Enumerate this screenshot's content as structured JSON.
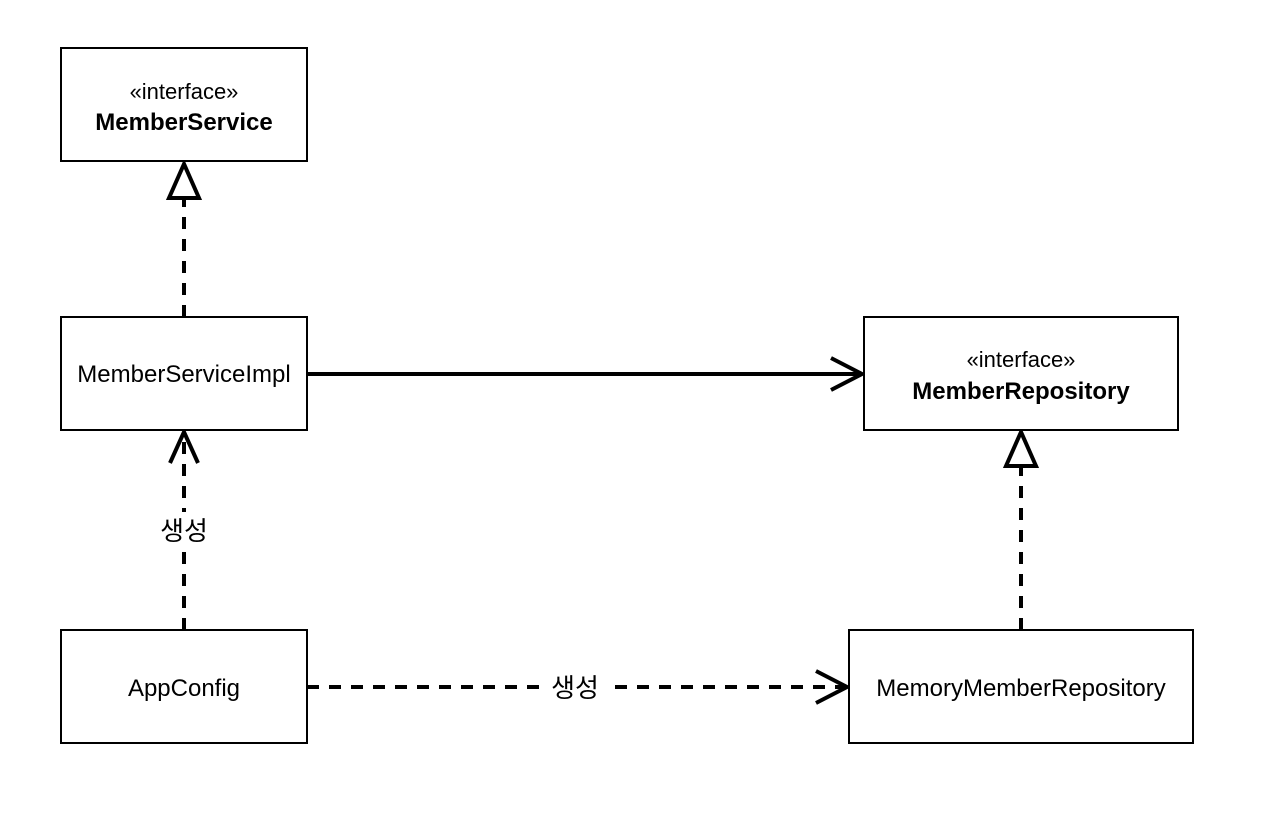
{
  "diagram": {
    "nodes": {
      "member_service": {
        "stereotype": "«interface»",
        "name": "MemberService"
      },
      "member_service_impl": {
        "name": "MemberServiceImpl"
      },
      "member_repository": {
        "stereotype": "«interface»",
        "name": "MemberRepository"
      },
      "app_config": {
        "name": "AppConfig"
      },
      "memory_member_repository": {
        "name": "MemoryMemberRepository"
      }
    },
    "edges": {
      "impl_realizes_service": {
        "from": "MemberServiceImpl",
        "to": "MemberService",
        "kind": "realization"
      },
      "impl_uses_repository": {
        "from": "MemberServiceImpl",
        "to": "MemberRepository",
        "kind": "association"
      },
      "memory_realizes_repository": {
        "from": "MemoryMemberRepository",
        "to": "MemberRepository",
        "kind": "realization"
      },
      "config_creates_impl": {
        "from": "AppConfig",
        "to": "MemberServiceImpl",
        "kind": "dependency",
        "label": "생성"
      },
      "config_creates_memory": {
        "from": "AppConfig",
        "to": "MemoryMemberRepository",
        "kind": "dependency",
        "label": "생성"
      }
    }
  }
}
